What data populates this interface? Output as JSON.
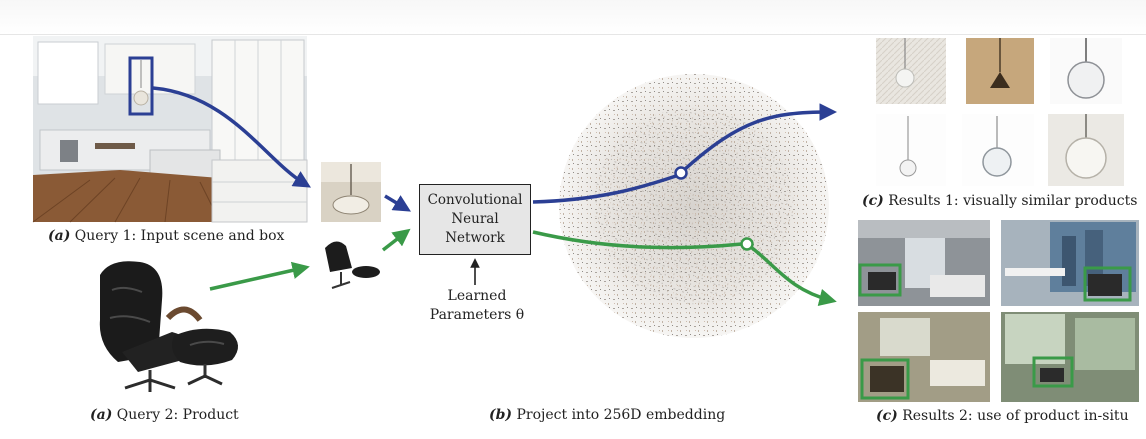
{
  "captions": {
    "query1_label": "(a)",
    "query1_text": "Query 1: Input scene and box",
    "query2_label": "(a)",
    "query2_text": "Query 2: Product",
    "embed_label": "(b)",
    "embed_text": "Project into 256D embedding",
    "results1_label": "(c)",
    "results1_text": "Results 1: visually similar products",
    "results2_label": "(c)",
    "results2_text": "Results 2: use of product in-situ"
  },
  "cnn": {
    "line1": "Convolutional",
    "line2": "Neural",
    "line3": "Network"
  },
  "learned": {
    "line1": "Learned",
    "line2": "Parameters θ"
  },
  "colors": {
    "query1_arrow": "#2b3f94",
    "query2_arrow": "#3a9a48",
    "cnn_fill": "#e6e6e6"
  }
}
